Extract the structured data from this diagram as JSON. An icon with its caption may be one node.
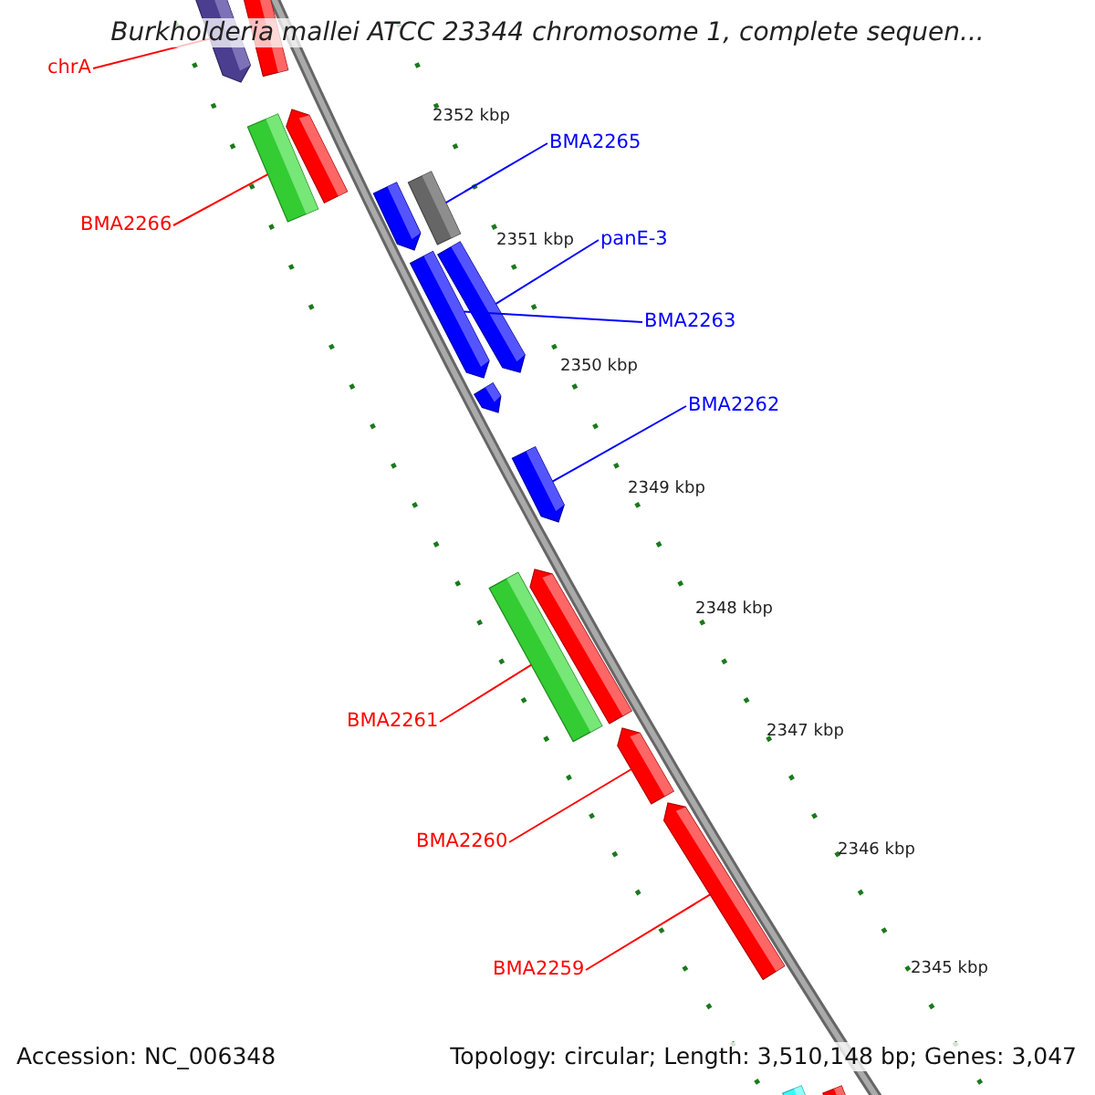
{
  "diagram": {
    "title": "Burkholderia mallei ATCC 23344 chromosome 1, complete sequen...",
    "nodes": [
      {
        "text": [
          "chrA"
        ]
      },
      {
        "text": [],
        "shape": "bar"
      },
      {
        "text": [
          "BMA2266"
        ]
      },
      {
        "text": [],
        "shape": "bar"
      },
      {
        "text": [
          "BMA2265"
        ]
      },
      {
        "text": [],
        "shape": "bar"
      },
      {
        "text": [
          "panE-3"
        ]
      },
      {
        "text": [],
        "shape": "bar"
      },
      {
        "text": [
          "BMA2263"
        ]
      },
      {
        "text": [],
        "shape": "bar"
      },
      {
        "text": [
          "BMA2262"
        ]
      },
      {
        "text": [],
        "shape": "bar"
      },
      {
        "text": [
          "BMA2261"
        ]
      },
      {
        "text": [],
        "shape": "bar"
      },
      {
        "text": [
          "BMA2260"
        ]
      },
      {
        "text": [],
        "shape": "bar"
      },
      {
        "text": [
          "BMA2259"
        ]
      },
      {
        "text": [],
        "shape": "bar"
      },
      {
        "text": [],
        "shape": "bar"
      },
      {
        "text": [],
        "shape": "bar"
      },
      {
        "text": [],
        "shape": "bar"
      },
      {
        "text": [],
        "shape": "bar"
      },
      {
        "text": [],
        "shape": "bar"
      },
      {
        "text": [],
        "shape": "bar"
      },
      {
        "text": [],
        "shape": "bar"
      }
    ],
    "edges": [
      {
        "from": 0,
        "to": 1,
        "arrow": "none"
      },
      {
        "from": 2,
        "to": 3,
        "arrow": "none"
      },
      {
        "from": 4,
        "to": 5,
        "arrow": "none",
        "color": "#0000ff"
      },
      {
        "from": 6,
        "to": 7,
        "arrow": "none",
        "color": "#0000ff"
      },
      {
        "from": 8,
        "to": 9,
        "arrow": "none",
        "color": "#0000ff"
      },
      {
        "from": 10,
        "to": 11,
        "arrow": "none",
        "color": "#0000ff"
      },
      {
        "from": 12,
        "to": 13,
        "arrow": "none"
      },
      {
        "from": 14,
        "to": 15,
        "arrow": "none"
      },
      {
        "from": 16,
        "to": 17,
        "arrow": "none"
      }
    ],
    "labels": [
      "2352 kbp",
      "2351 kbp",
      "2350 kbp",
      "2349 kbp",
      "2348 kbp",
      "2347 kbp",
      "2346 kbp",
      "2345 kbp",
      "Accession: NC_006348",
      "Topology: circular; Length: 3,510,148 bp; Genes: 3,047"
    ]
  }
}
